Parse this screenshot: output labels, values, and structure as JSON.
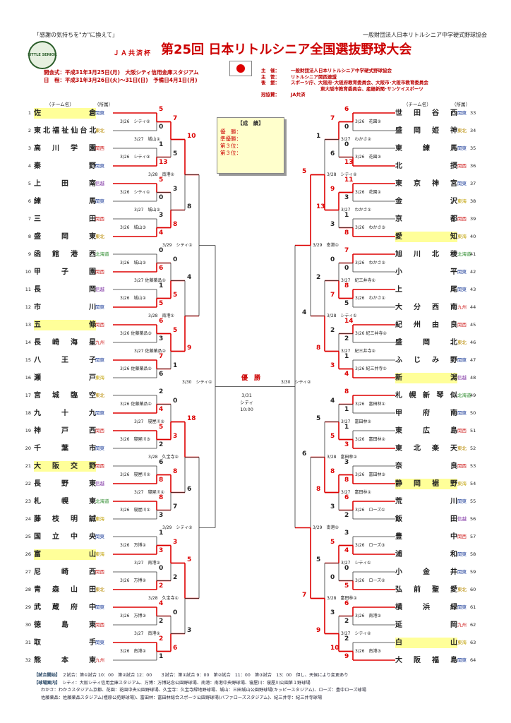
{
  "header": {
    "slogan": "「感謝の気持ちを\"カ\"に換えて」",
    "org_top": "一般財団法人日本リトルシニア中学硬式野球協会",
    "ja_label": "ＪＡ共済杯",
    "main_title": "第25回 日本リトルシニア全国選抜野球大会",
    "emblem_text": "LITTLE SENIOR",
    "opening": "開会式：平成31年3月25日(月)　大阪シティ信用金庫スタジアム",
    "schedule": "日　程：平成31年3月26日(火)～31日(日)　予備日4月1日(月)",
    "info_rows": [
      {
        "k": "主　催：",
        "v": "一般財団法人日本リトルシニア中学硬式野球協会"
      },
      {
        "k": "主　管：",
        "v": "リトルシニア関西連盟"
      },
      {
        "k": "後　援：",
        "v": "スポーツ庁、大阪府･大阪府教育委員会、大阪市･大阪市教育委員会"
      },
      {
        "k": "",
        "v": "東大阪市教育委員会、産経新聞･サンケイスポーツ"
      },
      {
        "k": "冠協賛：",
        "v": "JA共済"
      }
    ]
  },
  "results_box": {
    "title": "【成　績】",
    "rows": [
      "優　勝：",
      "準優勝：",
      "第３位：",
      "第３位："
    ]
  },
  "column_heads": {
    "team": "（チーム名）",
    "region": "（所属）"
  },
  "teams_left": [
    {
      "n": "1",
      "name": "佐倉",
      "reg": "関東",
      "hl": true
    },
    {
      "n": "2",
      "name": "東北福祉仙台北",
      "reg": "東北",
      "hl": false
    },
    {
      "n": "3",
      "name": "高川学園",
      "reg": "関西",
      "hl": false
    },
    {
      "n": "4",
      "name": "秦野",
      "reg": "関東",
      "hl": false
    },
    {
      "n": "5",
      "name": "上田南",
      "reg": "信越",
      "hl": false
    },
    {
      "n": "6",
      "name": "練馬",
      "reg": "関東",
      "hl": false
    },
    {
      "n": "7",
      "name": "三田",
      "reg": "関西",
      "hl": false
    },
    {
      "n": "8",
      "name": "盛岡東",
      "reg": "東北",
      "hl": false
    },
    {
      "n": "9",
      "name": "函館港西",
      "reg": "北海道",
      "hl": false
    },
    {
      "n": "10",
      "name": "甲子園",
      "reg": "関西",
      "hl": false
    },
    {
      "n": "11",
      "name": "長岡",
      "reg": "信越",
      "hl": false
    },
    {
      "n": "12",
      "name": "市川",
      "reg": "関東",
      "hl": false
    },
    {
      "n": "13",
      "name": "五條",
      "reg": "関西",
      "hl": true
    },
    {
      "n": "14",
      "name": "長崎海星",
      "reg": "九州",
      "hl": false
    },
    {
      "n": "15",
      "name": "八王子",
      "reg": "関東",
      "hl": false
    },
    {
      "n": "16",
      "name": "瀬戸",
      "reg": "東海",
      "hl": false
    },
    {
      "n": "17",
      "name": "宮城臨空",
      "reg": "東北",
      "hl": false
    },
    {
      "n": "18",
      "name": "九十九",
      "reg": "関東",
      "hl": false
    },
    {
      "n": "19",
      "name": "神戸西",
      "reg": "関西",
      "hl": false
    },
    {
      "n": "20",
      "name": "千葉市",
      "reg": "関東",
      "hl": false
    },
    {
      "n": "21",
      "name": "大阪交野",
      "reg": "関西",
      "hl": true
    },
    {
      "n": "22",
      "name": "長野東",
      "reg": "信越",
      "hl": false
    },
    {
      "n": "23",
      "name": "札幌東",
      "reg": "北海道",
      "hl": false
    },
    {
      "n": "24",
      "name": "藤枝明誠",
      "reg": "東海",
      "hl": false
    },
    {
      "n": "25",
      "name": "国立中央",
      "reg": "関東",
      "hl": false
    },
    {
      "n": "26",
      "name": "富山",
      "reg": "東海",
      "hl": true
    },
    {
      "n": "27",
      "name": "尼崎西",
      "reg": "関西",
      "hl": false
    },
    {
      "n": "28",
      "name": "青森山田",
      "reg": "東北",
      "hl": false
    },
    {
      "n": "29",
      "name": "武蔵府中",
      "reg": "関東",
      "hl": false
    },
    {
      "n": "30",
      "name": "徳島東",
      "reg": "関西",
      "hl": false
    },
    {
      "n": "31",
      "name": "取手",
      "reg": "関東",
      "hl": false
    },
    {
      "n": "32",
      "name": "熊本東",
      "reg": "九州",
      "hl": false
    }
  ],
  "teams_right": [
    {
      "n": "33",
      "name": "世田谷西",
      "reg": "関東",
      "hl": false
    },
    {
      "n": "34",
      "name": "盛岡姫神",
      "reg": "東北",
      "hl": false
    },
    {
      "n": "35",
      "name": "東練馬",
      "reg": "関東",
      "hl": false
    },
    {
      "n": "36",
      "name": "北摂",
      "reg": "関西",
      "hl": false
    },
    {
      "n": "37",
      "name": "東京神宮",
      "reg": "関東",
      "hl": false
    },
    {
      "n": "38",
      "name": "金沢",
      "reg": "東海",
      "hl": false
    },
    {
      "n": "39",
      "name": "京都",
      "reg": "関西",
      "hl": false
    },
    {
      "n": "40",
      "name": "愛知",
      "reg": "東海",
      "hl": true
    },
    {
      "n": "41",
      "name": "旭川北稜",
      "reg": "北海道",
      "hl": false
    },
    {
      "n": "42",
      "name": "小平",
      "reg": "関東",
      "hl": false
    },
    {
      "n": "43",
      "name": "上尾",
      "reg": "関東",
      "hl": false
    },
    {
      "n": "44",
      "name": "大分西南",
      "reg": "九州",
      "hl": false
    },
    {
      "n": "45",
      "name": "紀州由良",
      "reg": "関西",
      "hl": false
    },
    {
      "n": "46",
      "name": "盛岡北",
      "reg": "東北",
      "hl": false
    },
    {
      "n": "47",
      "name": "ふじみ野",
      "reg": "関東",
      "hl": false
    },
    {
      "n": "48",
      "name": "新潟",
      "reg": "信越",
      "hl": true
    },
    {
      "n": "49",
      "name": "札幌新琴似",
      "reg": "北海道",
      "hl": false
    },
    {
      "n": "50",
      "name": "甲府南",
      "reg": "関東",
      "hl": false
    },
    {
      "n": "51",
      "name": "東広島",
      "reg": "関西",
      "hl": false
    },
    {
      "n": "52",
      "name": "東北楽天",
      "reg": "東北",
      "hl": false
    },
    {
      "n": "53",
      "name": "奈良",
      "reg": "関西",
      "hl": false
    },
    {
      "n": "54",
      "name": "静岡裾野",
      "reg": "東海",
      "hl": true
    },
    {
      "n": "55",
      "name": "荒川",
      "reg": "関東",
      "hl": false
    },
    {
      "n": "56",
      "name": "飯田",
      "reg": "信越",
      "hl": false
    },
    {
      "n": "57",
      "name": "豊中",
      "reg": "関西",
      "hl": false
    },
    {
      "n": "58",
      "name": "浦和",
      "reg": "関東",
      "hl": false
    },
    {
      "n": "59",
      "name": "小金井",
      "reg": "関東",
      "hl": false
    },
    {
      "n": "60",
      "name": "弘前聖愛",
      "reg": "東北",
      "hl": false
    },
    {
      "n": "61",
      "name": "横浜緑",
      "reg": "関東",
      "hl": false
    },
    {
      "n": "62",
      "name": "延岡",
      "reg": "九州",
      "hl": false
    },
    {
      "n": "63",
      "name": "白山",
      "reg": "東海",
      "hl": true
    },
    {
      "n": "64",
      "name": "大阪福島",
      "reg": "関東",
      "hl": false
    }
  ],
  "region_colors": {
    "関東": "#1f3f9a",
    "東北": "#b88a00",
    "関西": "#d02020",
    "信越": "#7a2aa0",
    "北海道": "#2a8a2a",
    "九州": "#d02020",
    "東海": "#c0a000"
  },
  "r1_left": [
    {
      "lbl": "3/26　シティ②",
      "s1": "5",
      "s2": "0",
      "w": 0
    },
    {
      "lbl": "3/26　シティ③",
      "s1": "1",
      "s2": "13",
      "w": 1
    },
    {
      "lbl": "3/26　シティ①",
      "s1": "5",
      "s2": "0",
      "w": 0
    },
    {
      "lbl": "3/26　城山③",
      "s1": "3",
      "s2": "4",
      "w": 1
    },
    {
      "lbl": "3/26　城山②",
      "s1": "0",
      "s2": "6",
      "w": 1
    },
    {
      "lbl": "3/26　城山①",
      "s1": "1",
      "s2": "5",
      "w": 1
    },
    {
      "lbl": "3/26 佐藤薬品③",
      "s1": "6",
      "s2": "3",
      "w": 0
    },
    {
      "lbl": "3/26 佐藤薬品②",
      "s1": "7",
      "s2": "6",
      "w": 0
    },
    {
      "lbl": "3/26 佐藤薬品①",
      "s1": "2",
      "s2": "4",
      "w": 1
    },
    {
      "lbl": "3/26　寝屋川③",
      "s1": "5",
      "s2": "2",
      "w": 0
    },
    {
      "lbl": "3/26　寝屋川②",
      "s1": "6",
      "s2": "8",
      "w": 1
    },
    {
      "lbl": "3/26　寝屋川①",
      "s1": "8",
      "s2": "3",
      "w": 0
    },
    {
      "lbl": "3/26　万博①",
      "s1": "1",
      "s2": "3",
      "w": 1
    },
    {
      "lbl": "3/26　万博②",
      "s1": "0",
      "s2": "2",
      "w": 1
    },
    {
      "lbl": "3/26　万博③",
      "s1": "4",
      "s2": "2",
      "w": 0
    },
    {
      "lbl": "3/26　南港①",
      "s1": "2",
      "s2": "1",
      "w": 0
    }
  ],
  "r2_left": [
    {
      "lbl": "3/27　城山①",
      "s1": "7",
      "s2": "5",
      "w": 0
    },
    {
      "lbl": "3/27　城山②",
      "s1": "3",
      "s2": "8",
      "w": 1
    },
    {
      "lbl": "3/27 佐藤薬品①",
      "s1": "0",
      "s2": "5",
      "w": 1
    },
    {
      "lbl": "3/27 佐藤薬品②",
      "s1": "5",
      "s2": "1",
      "w": 0
    },
    {
      "lbl": "3/27　寝屋川②",
      "s1": "0",
      "s2": "3",
      "w": 1
    },
    {
      "lbl": "3/27　寝屋川①",
      "s1": "8",
      "s2": "7",
      "w": 0
    },
    {
      "lbl": "3/27　南港②",
      "s1": "3",
      "s2": "2",
      "w": 0
    },
    {
      "lbl": "3/27　南港①",
      "s1": "0",
      "s2": "6",
      "w": 1
    }
  ],
  "r3_left": [
    {
      "lbl": "3/28　南港②",
      "s1": "10",
      "s2": "8",
      "w": 0
    },
    {
      "lbl": "3/28　南港①",
      "s1": "4",
      "s2": "9",
      "w": 1
    },
    {
      "lbl": "3/28　久宝寺②",
      "s1": "18",
      "s2": "6",
      "w": 0
    },
    {
      "lbl": "3/28　久宝寺①",
      "s1": "5",
      "s2": "3",
      "w": 0
    }
  ],
  "r4_left": [
    {
      "lbl": "3/29　シティ①",
      "s1": "",
      "s2": "",
      "w": -1
    },
    {
      "lbl": "3/29　シティ②",
      "s1": "",
      "s2": "",
      "w": -1
    }
  ],
  "sf_left": {
    "lbl": "3/30　シティ①"
  },
  "r1_right": [
    {
      "lbl": "3/26　花園②",
      "s1": "6",
      "s2": "0",
      "w": 0
    },
    {
      "lbl": "3/26　花園③",
      "s1": "0",
      "s2": "13",
      "w": 1
    },
    {
      "lbl": "3/26　花園①",
      "s1": "11",
      "s2": "3",
      "w": 0
    },
    {
      "lbl": "3/26　わかさ③",
      "s1": "1",
      "s2": "8",
      "w": 1
    },
    {
      "lbl": "3/26　わかさ②",
      "s1": "7",
      "s2": "0",
      "w": 0
    },
    {
      "lbl": "3/26　わかさ①",
      "s1": "8",
      "s2": "5",
      "w": 0
    },
    {
      "lbl": "3/26 紀三井寺②",
      "s1": "14",
      "s2": "2",
      "w": 0
    },
    {
      "lbl": "3/26 紀三井寺①",
      "s1": "1",
      "s2": "4",
      "w": 1
    },
    {
      "lbl": "3/26　富田林①",
      "s1": "8",
      "s2": "1",
      "w": 0
    },
    {
      "lbl": "3/26　富田林②",
      "s1": "1",
      "s2": "3",
      "w": 1
    },
    {
      "lbl": "3/26　富田林③",
      "s1": "3",
      "s2": "8",
      "w": 1
    },
    {
      "lbl": "3/26　ローズ①",
      "s1": "6",
      "s2": "2",
      "w": 0
    },
    {
      "lbl": "3/26　ローズ③",
      "s1": "3",
      "s2": "4",
      "w": 1
    },
    {
      "lbl": "3/26　ローズ②",
      "s1": "0",
      "s2": "5",
      "w": 1
    },
    {
      "lbl": "3/26　南港②",
      "s1": "6",
      "s2": "2",
      "w": 0
    },
    {
      "lbl": "3/26　南港③",
      "s1": "2",
      "s2": "9",
      "w": 1
    }
  ],
  "r2_right": [
    {
      "lbl": "3/27　わかさ②",
      "s1": "7",
      "s2": "6",
      "w": 0
    },
    {
      "lbl": "3/27　わかさ①",
      "s1": "9",
      "s2": "3",
      "w": 0
    },
    {
      "lbl": "3/27　紀三井寺①",
      "s1": "0",
      "s2": "7",
      "w": 1
    },
    {
      "lbl": "3/27　紀三井寺②",
      "s1": "2",
      "s2": "3",
      "w": 1
    },
    {
      "lbl": "3/27　富田林②",
      "s1": "4",
      "s2": "5",
      "w": 1
    },
    {
      "lbl": "3/27　富田林①",
      "s1": "8",
      "s2": "3",
      "w": 0
    },
    {
      "lbl": "3/27　シティ①",
      "s1": "5",
      "s2": "0",
      "w": 0
    },
    {
      "lbl": "3/27　シティ②",
      "s1": "3",
      "s2": "10",
      "w": 1
    }
  ],
  "r3_right": [
    {
      "lbl": "3/28　シティ②",
      "s1": "1",
      "s2": "13",
      "w": 1
    },
    {
      "lbl": "3/28　シティ①",
      "s1": "2",
      "s2": "8",
      "w": 1
    },
    {
      "lbl": "3/28　富田林②",
      "s1": "5",
      "s2": "8",
      "w": 1
    },
    {
      "lbl": "3/28　富田林①",
      "s1": "5",
      "s2": "9",
      "w": 1
    }
  ],
  "r4_right": [
    {
      "lbl": "3/29　南港①",
      "s1": "5",
      "s2": "4",
      "w": 0
    },
    {
      "lbl": "3/29　南港②",
      "s1": "6",
      "s2": "7",
      "w": 1
    }
  ],
  "sf_right": {
    "lbl": "3/30　シティ②"
  },
  "final": {
    "title": "優　勝",
    "date": "3/31",
    "venue": "シティ",
    "time": "10:00"
  },
  "notes": {
    "l1_lab": "【試合開始】",
    "l1": "２試合：第①試合 10：00　第②試合 12：00　　３試合：第①試合 9：00　第②試合　11：00　第③試合　13：00　但し、天候により変更あり",
    "l2_lab": "【球場案内】",
    "l2": "シティ：大阪シティ信用金庫スタジアム、万博：万博記念公園野球場、南港：南港中央野球場、寝屋川：寝屋川公園第１野球場",
    "l3": "わかさ：わかさスタジアム京都、花園：花園中央公園野球場、久宝寺：久宝寺緑地野球場、城山：三田城山公園野球場(キッピースタジアム)、ローズ：豊中ローズ球場",
    "l4": "佐藤薬品：佐藤薬品スタジアム(橿原公苑野球場)、富田林：富田林総合スポーツ公園野球場(バファローズスタジアム)、紀三井寺：紀三井寺球場"
  }
}
